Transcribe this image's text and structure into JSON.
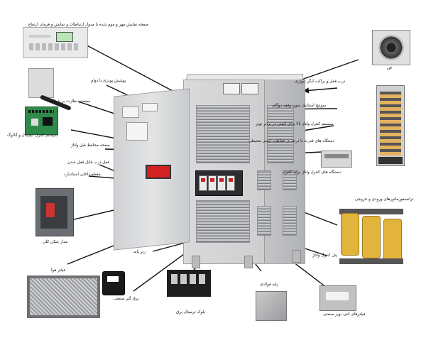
{
  "labels": {
    "control_panel": "صفحه نمایش مهر و موم شده با مدول ارتباطات و نمایش و فرمان ارتفاع",
    "humidity_fan": "پوشش پودری با دوام",
    "sensor": "سیستم نظارت بر شیلنگ",
    "pcb": "سیستم کنترل دیجیتال و آنالوگ",
    "safety_page": "صفحه محافظ قبل ولتاژ",
    "door_lock": "قفل درب قابل قفل شدن",
    "standard_handle": "مقطع داخلی استاندارد",
    "main_breaker": "مدار شکن کلی",
    "air_filter": "فیلتر هوا",
    "base": "زیر پایه",
    "surge": "برق گیر صنعتی",
    "terminal_block": "بلوک ترمینال برق",
    "steel_legs": "پایه فولادی",
    "emi_filter": "فیلترهای آنتی نویز صنعتی",
    "panel_inside": "پنل کنترل ولتاژ",
    "transformer": "ترانسفورماتورهای ورودی و خروجی",
    "regulator": "دستگاه های کنترل ولتاژ برای کنترل",
    "fan": "فن",
    "cabinet_bracket": "درب قفل و براکت لنگر دیواری",
    "static_switch": "سوئیچ استاتیک بدون وقفه دوگانه",
    "voltage_control": "سیستم کنترل ولتاژ بالا برای ایمنی در برابر نویز",
    "igbt": "دستگاه های قدرت با درجه ی حفاظت ایمنی محیطی"
  },
  "icons": {
    "fan": "fan-icon",
    "transformer": "transformer-icon",
    "filter": "air-filter-icon"
  },
  "colors": {
    "cabinet": "#cfd0d1",
    "breaker_red": "#d32020",
    "transformer_yellow": "#e2b43c",
    "pcb_green": "#2f8a4a",
    "arrow": "#111111"
  }
}
